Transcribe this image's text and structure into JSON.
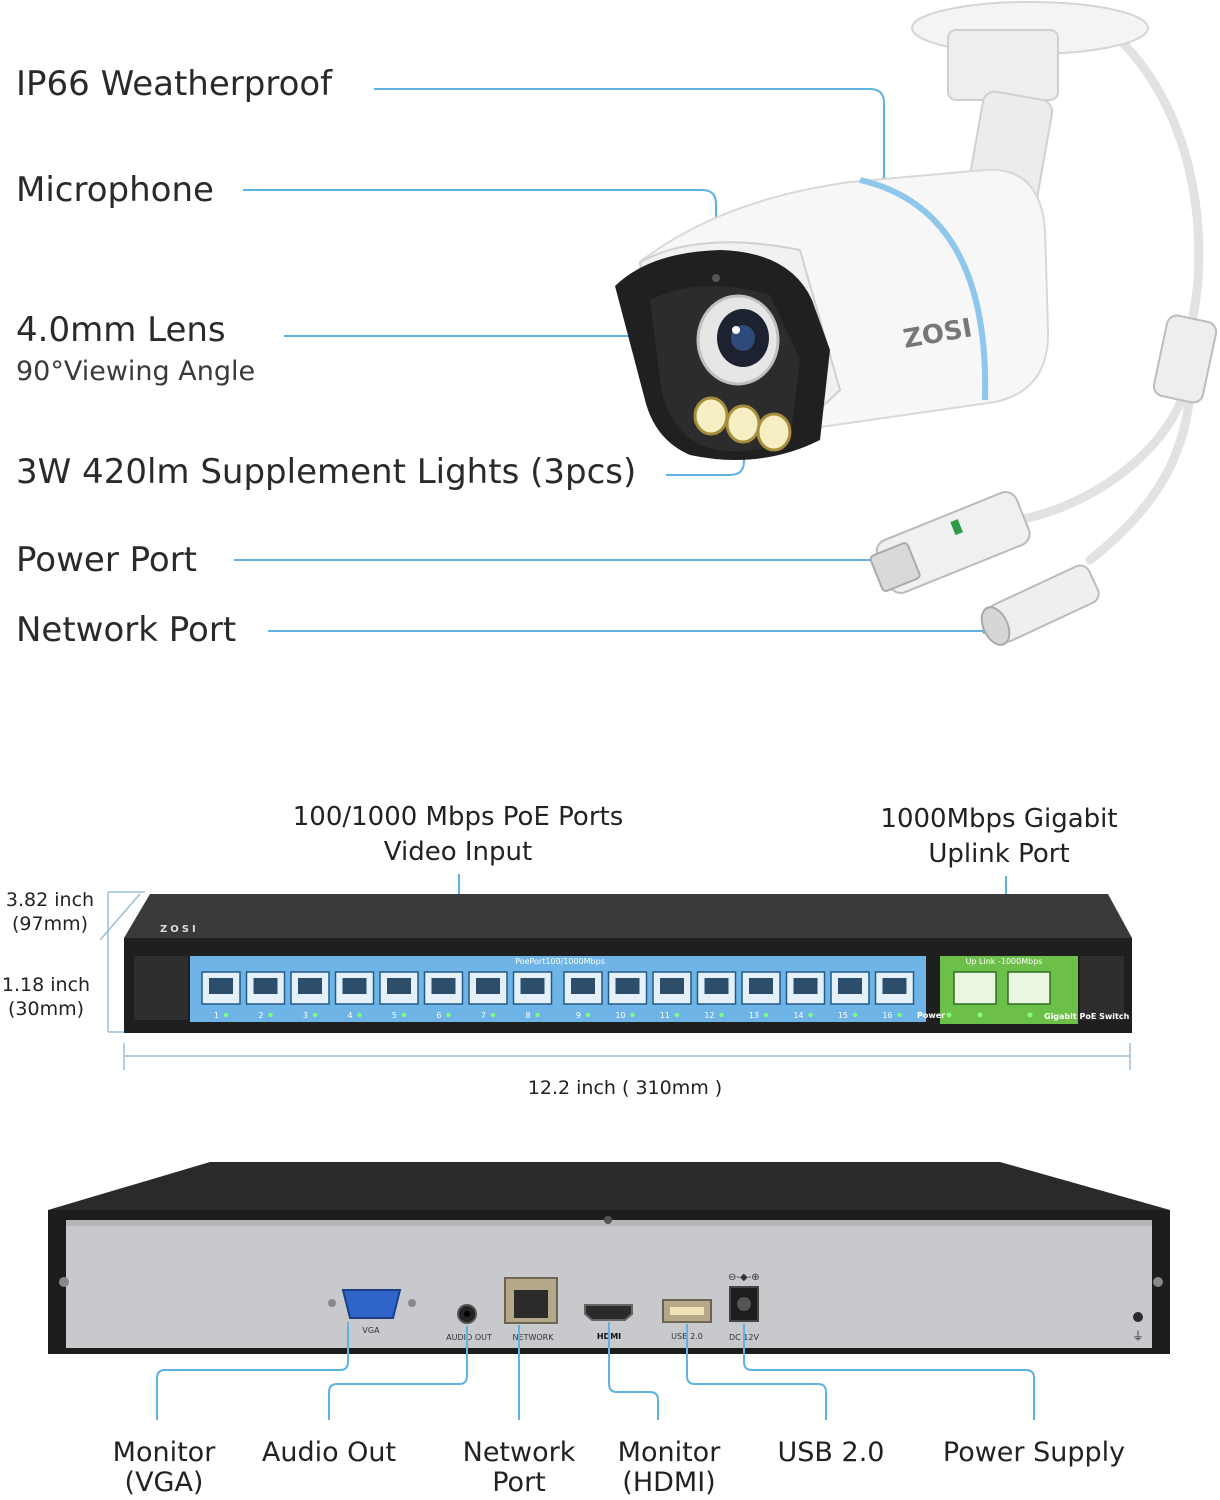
{
  "camera": {
    "brand": "ZOSI",
    "callouts": [
      {
        "label": "IP66 Weatherproof"
      },
      {
        "label": "Microphone"
      },
      {
        "label": "4.0mm Lens",
        "sublabel": "90°Viewing Angle"
      },
      {
        "label": "3W 420lm Supplement Lights (3pcs)"
      },
      {
        "label": "Power Port"
      },
      {
        "label": "Network Port"
      }
    ],
    "line_color": "#5fb3e0"
  },
  "switch": {
    "brand": "ZOSI",
    "top_labels": {
      "poe_line1": "100/1000 Mbps PoE Ports",
      "poe_line2": "Video Input",
      "uplink_line1": "1000Mbps Gigabit",
      "uplink_line2": "Uplink Port"
    },
    "port_strip_label": "PoePort100/1000Mbps",
    "uplink_strip_label": "Up Link -1000Mbps",
    "power_label": "Power",
    "product_label": "Gigabit PoE Switch",
    "port_numbers": [
      "1",
      "2",
      "3",
      "4",
      "5",
      "6",
      "7",
      "8",
      "9",
      "10",
      "11",
      "12",
      "13",
      "14",
      "15",
      "16"
    ],
    "dimensions": {
      "height_inch": "3.82 inch",
      "height_mm": "(97mm)",
      "depth_inch": "1.18 inch",
      "depth_mm": "(30mm)",
      "width": "12.2 inch ( 310mm )"
    },
    "colors": {
      "ports_blue": "#6fb4e6",
      "uplink_green": "#6cc04a"
    }
  },
  "nvr": {
    "port_silkscreen": {
      "vga": "VGA",
      "audio": "AUDIO OUT",
      "network": "NETWORK",
      "hdmi": "HDMI",
      "usb": "USB 2.0",
      "dc": "DC 12V"
    },
    "callouts": [
      {
        "line1": "Monitor",
        "line2": "(VGA)"
      },
      {
        "line1": "Audio Out",
        "line2": ""
      },
      {
        "line1": "Network",
        "line2": "Port"
      },
      {
        "line1": "Monitor",
        "line2": "(HDMI)"
      },
      {
        "line1": "USB 2.0",
        "line2": ""
      },
      {
        "line1": "Power Supply",
        "line2": ""
      }
    ],
    "line_color": "#5fb3e0"
  }
}
